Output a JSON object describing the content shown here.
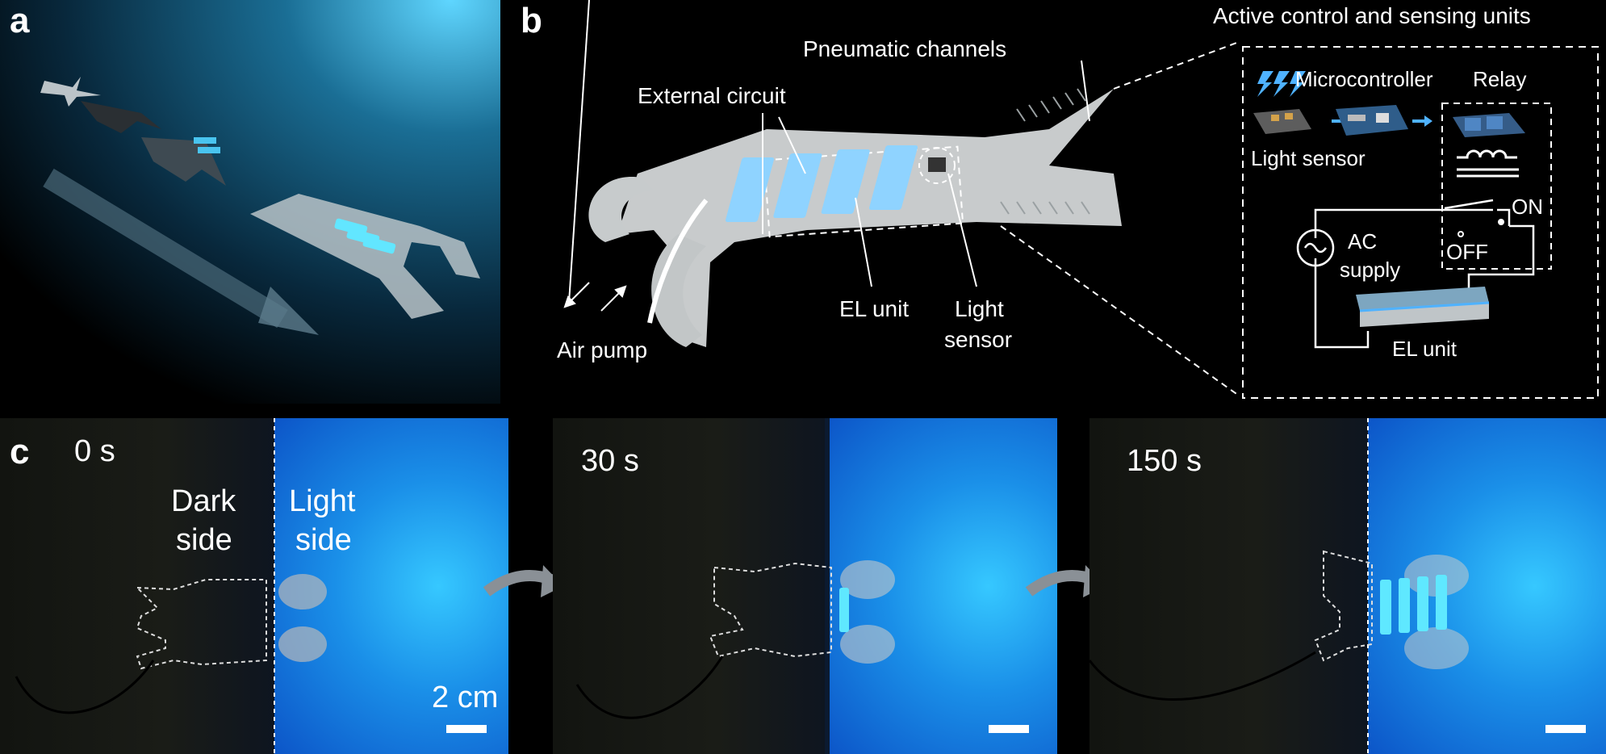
{
  "panels": {
    "a": {
      "letter": "a"
    },
    "b": {
      "letter": "b",
      "labels": {
        "pneumatic_channels": "Pneumatic channels",
        "external_circuit": "External circuit",
        "el_unit": "EL unit",
        "light_sensor_1": "Light",
        "light_sensor_2": "sensor",
        "air_pump": "Air pump"
      },
      "inset": {
        "title": "Active control and sensing units",
        "microcontroller": "Microcontroller",
        "relay": "Relay",
        "light_sensor": "Light sensor",
        "on": "ON",
        "off": "OFF",
        "ac_1": "AC",
        "ac_2": "supply",
        "el_unit": "EL unit"
      }
    },
    "c": {
      "letter": "c",
      "frames": [
        {
          "time": "0 s",
          "dark_label_1": "Dark",
          "dark_label_2": "side",
          "light_label_1": "Light",
          "light_label_2": "side",
          "scale": "2 cm"
        },
        {
          "time": "30 s"
        },
        {
          "time": "150 s"
        }
      ]
    }
  },
  "colors": {
    "el_glow": "#5fe8ff",
    "light_bg": "#1a8fe8",
    "background": "#000000"
  }
}
